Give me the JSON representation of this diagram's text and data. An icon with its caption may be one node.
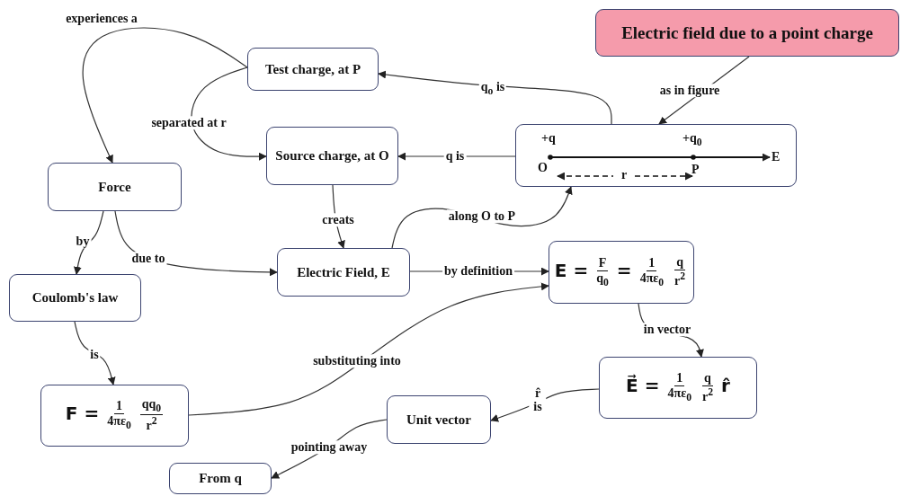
{
  "diagram": {
    "nodes": [
      {
        "text": [
          "Electric field due to a point charge"
        ]
      },
      {
        "text": [
          "Test charge, at P"
        ]
      },
      {
        "text": [
          "Source charge, at O"
        ]
      },
      {
        "text": [
          "+q",
          "+q$_{0}$",
          "O",
          "E",
          "P",
          "r"
        ]
      },
      {
        "text": [
          "Force"
        ]
      },
      {
        "text": [
          "Electric Field, E"
        ]
      },
      {
        "text": [
          "Coulomb's law"
        ]
      },
      {
        "text": [
          "E =",
          "F",
          "q$_{0}$",
          "=",
          "1",
          "4πε$_{0}$",
          "q",
          "r$^{2}$"
        ]
      },
      {
        "text": [
          "F =",
          "1",
          "4πε$_{0}$",
          "qq$_{0}$",
          "r$^{2}$"
        ]
      },
      {
        "text": [
          "E⃗ =",
          "1",
          "4πε$_{0}$",
          "q",
          "r$^{2}$",
          "r̂"
        ]
      },
      {
        "text": [
          "Unit vector"
        ]
      },
      {
        "text": [
          "From q"
        ]
      }
    ],
    "edges": [
      {
        "from": 1,
        "to": 4,
        "arrow": "to",
        "label": "experiences a"
      },
      {
        "from": 1,
        "to": 2,
        "arrow": "to",
        "label": "separated at r"
      },
      {
        "from": 3,
        "to": 1,
        "arrow": "to",
        "label": "q$_{o}$ is"
      },
      {
        "from": 3,
        "to": 2,
        "arrow": "to",
        "label": "q is"
      },
      {
        "from": 0,
        "to": 3,
        "arrow": "to",
        "label": "as in figure"
      },
      {
        "from": 2,
        "to": 5,
        "arrow": "to",
        "label": "creats"
      },
      {
        "from": 5,
        "to": 3,
        "arrow": "to",
        "label": "along O to P"
      },
      {
        "from": 4,
        "to": 6,
        "arrow": "to",
        "label": "by"
      },
      {
        "from": 4,
        "to": 5,
        "arrow": "to",
        "label": "due to"
      },
      {
        "from": 5,
        "to": 7,
        "arrow": "to",
        "label": "by definition"
      },
      {
        "from": 6,
        "to": 8,
        "arrow": "to",
        "label": "is"
      },
      {
        "from": 8,
        "to": 7,
        "arrow": "to",
        "label": "substituting into"
      },
      {
        "from": 7,
        "to": 9,
        "arrow": "to",
        "label": "in vector"
      },
      {
        "from": 9,
        "to": 10,
        "arrow": "to",
        "label": "r̂ is"
      },
      {
        "from": 10,
        "to": 11,
        "arrow": "to",
        "label": "pointing away"
      }
    ]
  }
}
